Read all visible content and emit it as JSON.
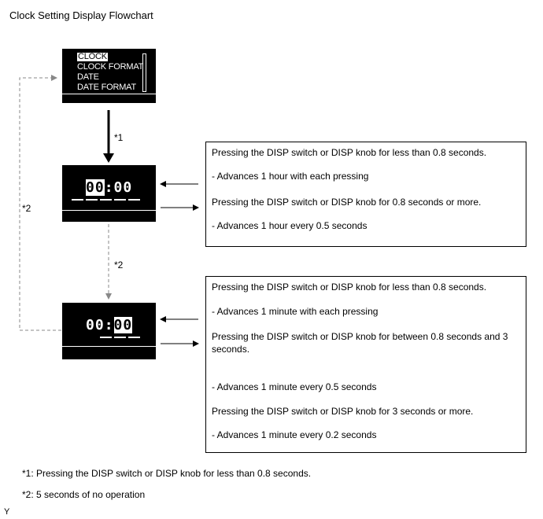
{
  "title": "Clock Setting Display Flowchart",
  "screens": {
    "menu": {
      "items": [
        "CLOCK",
        "CLOCK FORMAT",
        "DATE",
        "DATE FORMAT"
      ]
    },
    "hour_screen": {
      "hours": "00",
      "separator": ":",
      "minutes": "00"
    },
    "minute_screen": {
      "hours": "00",
      "separator": ":",
      "minutes": "00"
    }
  },
  "labels": {
    "star1": "*1",
    "star2_left": "*2",
    "star2_mid": "*2"
  },
  "hour_box": {
    "lines": [
      "Pressing the DISP switch or DISP knob for less than 0.8 seconds.",
      "- Advances 1 hour with each pressing",
      "Pressing the DISP switch or DISP knob for 0.8 seconds or more.",
      "- Advances 1 hour every 0.5 seconds"
    ]
  },
  "minute_box": {
    "lines": [
      "Pressing the DISP switch or DISP knob for less than 0.8 seconds.",
      "- Advances 1 minute with each pressing",
      "Pressing the DISP switch or DISP knob for between 0.8 seconds and 3 seconds.",
      "- Advances 1 minute every 0.5 seconds",
      "Pressing the DISP switch or DISP knob for 3 seconds or more.",
      "- Advances 1 minute every 0.2 seconds"
    ]
  },
  "notes": [
    "*1: Pressing the DISP switch or DISP knob for less than 0.8 seconds.",
    "*2: 5 seconds of no operation"
  ],
  "footer_code": "Y"
}
